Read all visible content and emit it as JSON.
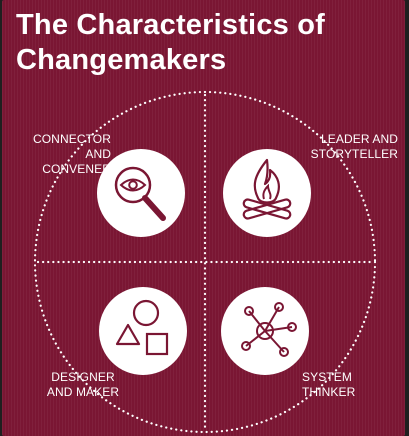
{
  "title": {
    "line1": "The Characteristics of",
    "line2": "Changemakers"
  },
  "quadrants": [
    {
      "label_line1": "CONNECTOR",
      "label_line2": "AND CONVENER",
      "icon": "magnifier-eye-icon"
    },
    {
      "label_line1": "LEADER AND",
      "label_line2": "STORYTELLER",
      "icon": "campfire-icon"
    },
    {
      "label_line1": "DESIGNER",
      "label_line2": "AND MAKER",
      "icon": "shapes-icon"
    },
    {
      "label_line1": "SYSTEM",
      "label_line2": "THINKER",
      "icon": "network-icon"
    }
  ],
  "colors": {
    "background": "#7a1633",
    "icon": "#7a1633",
    "text": "#ffffff"
  }
}
